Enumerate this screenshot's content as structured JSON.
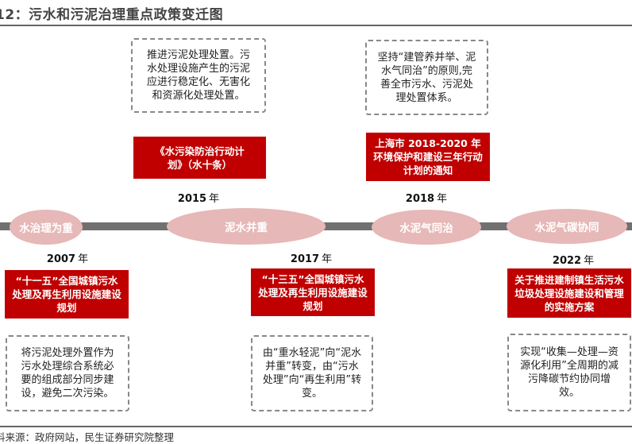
{
  "title": "12：污水和污泥治理重点政策变迁图",
  "source": "料来源：政府网站，民生证券研究院整理",
  "year_unit": "年",
  "stages": [
    "水治理为重",
    "泥水并重",
    "水泥气同治",
    "水泥气碳协同"
  ],
  "events": [
    {
      "year": "2007",
      "policy": "“十一五”全国城镇污水处理及再生利用设施建设规划",
      "desc": "将污泥处理外置作为污水处理综合系统必要的组成部分同步建设，避免二次污染。"
    },
    {
      "year": "2015",
      "policy": "《水污染防治行动计划》（水十条）",
      "desc": "推进污泥处理处置。污水处理设施产生的污泥应进行稳定化、无害化和资源化处理处置。"
    },
    {
      "year": "2017",
      "policy": "“十三五”全国城镇污水处理及再生利用设施建设规划",
      "desc": "由“重水轻泥”向“泥水并重”转变，由“污水处理”向“再生利用”转变。"
    },
    {
      "year": "2018",
      "policy": "上海市 2018-2020 年环境保护和建设三年行动计划的通知",
      "desc": "坚持“建管养并举、泥水气同治”的原则,完善全市污水、污泥处理处置体系。"
    },
    {
      "year": "2022",
      "policy": "关于推进建制镇生活污水垃圾处理设施建设和管理的实施方案",
      "desc": "实现“收集—处理—资源化利用”全周期的减污降碳节约协同增效。"
    }
  ],
  "colors": {
    "policy": "#c00000",
    "node": "#e6b8b7",
    "bar": "#707070"
  }
}
